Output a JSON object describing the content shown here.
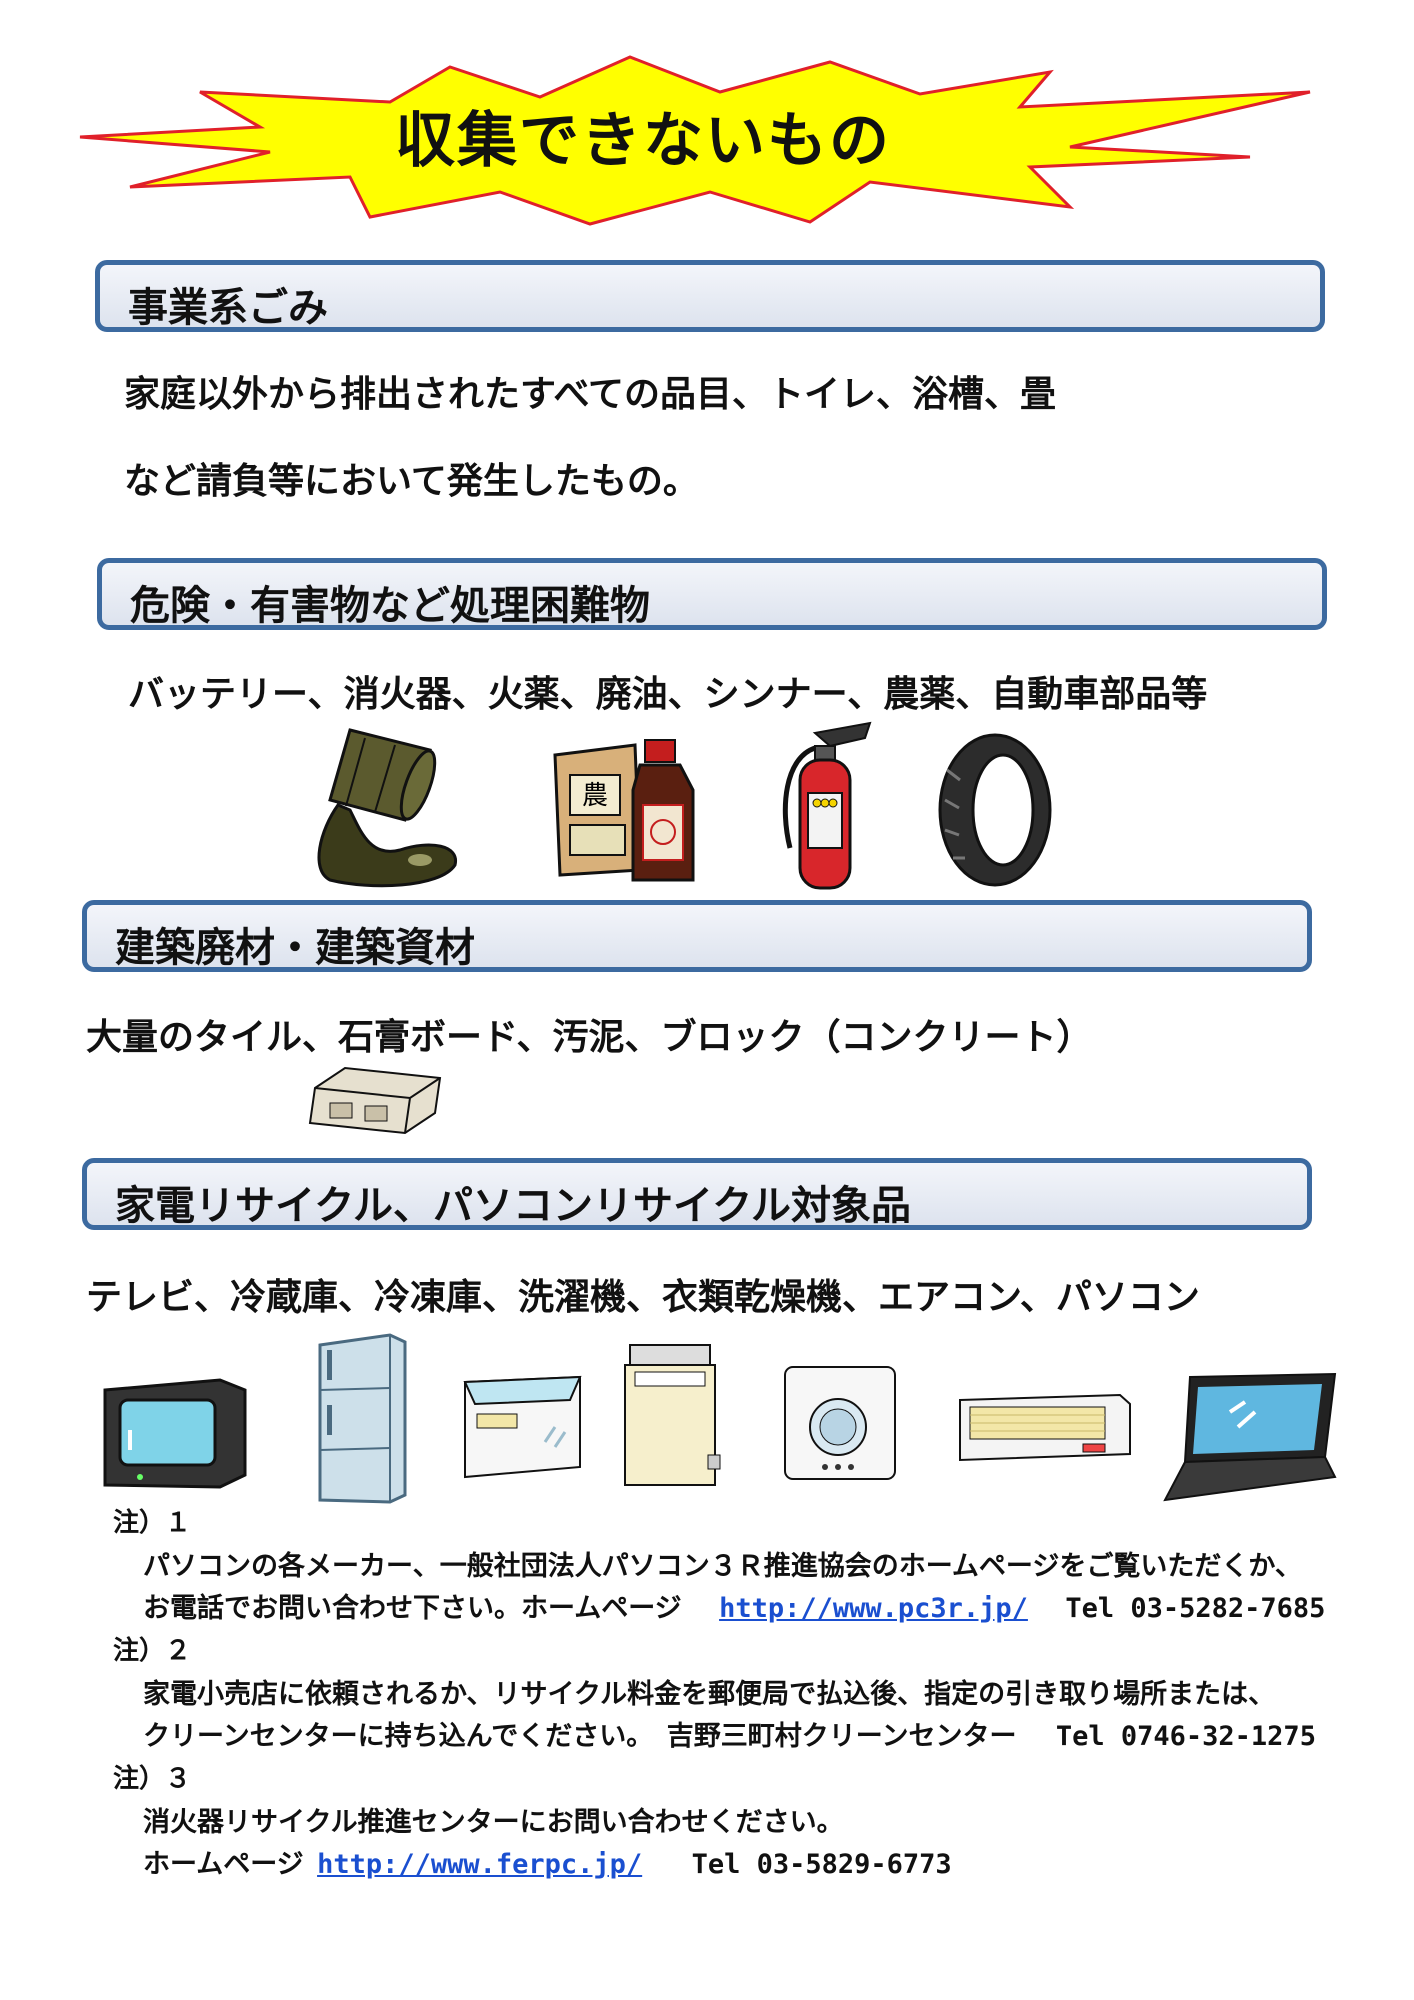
{
  "title": "収集できないもの",
  "sections": [
    {
      "title": "事業系ごみ",
      "lines": [
        "家庭以外から排出されたすべての品目、トイレ、浴槽、畳",
        "など請負等において発生したもの。"
      ]
    },
    {
      "title": "危険・有害物など処理困難物",
      "lines": [
        "バッテリー、消火器、火薬、廃油、シンナー、農薬、自動車部品等"
      ]
    },
    {
      "title": "建築廃材・建築資材",
      "lines": [
        "大量のタイル、石膏ボード、汚泥、ブロック（コンクリート）"
      ]
    },
    {
      "title": "家電リサイクル、パソコンリサイクル対象品",
      "lines": [
        "テレビ、冷蔵庫、冷凍庫、洗濯機、衣類乾燥機、エアコン、パソコン"
      ]
    }
  ],
  "illustration_labels": {
    "pesticide_bag_char": "農"
  },
  "notes": [
    {
      "label": "注）１",
      "line1": "パソコンの各メーカー、一般社団法人パソコン３Ｒ推進協会のホームページをご覧いただくか、",
      "line2_text": "お電話でお問い合わせ下さい。ホームページ",
      "link": "http://www.pc3r.jp/",
      "tel": "Tel 03-5282-7685"
    },
    {
      "label": "注）２",
      "line1": "家電小売店に依頼されるか、リサイクル料金を郵便局で払込後、指定の引き取り場所または、",
      "line2_text": "クリーンセンターに持ち込んでください。　吉野三町村クリーンセンター",
      "tel": "Tel 0746-32-1275"
    },
    {
      "label": "注）３",
      "line1": "消火器リサイクル推進センターにお問い合わせください。",
      "line2_text": "ホームページ",
      "link": "http://www.ferpc.jp/",
      "tel": "Tel 03-5829-6773"
    }
  ],
  "colors": {
    "burst_fill": "#ffff00",
    "burst_stroke": "#e0202a",
    "bar_border": "#3c6aa0",
    "link": "#1a4fd0"
  }
}
